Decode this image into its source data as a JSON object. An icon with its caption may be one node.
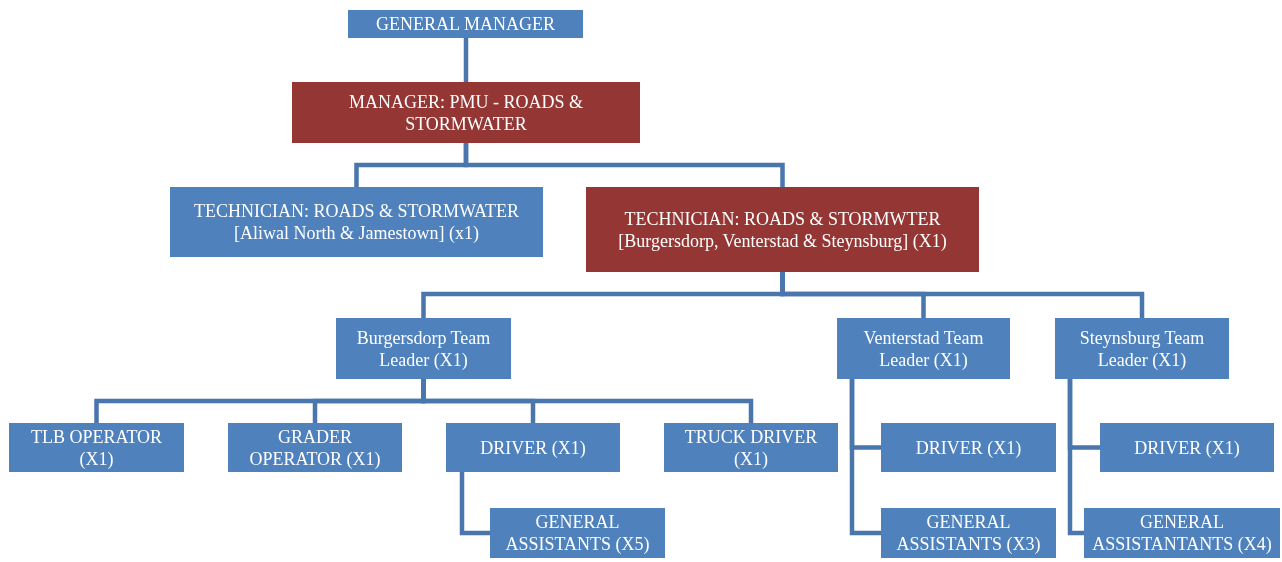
{
  "diagram": {
    "nodes": [
      {
        "text": [
          "GENERAL MANAGER"
        ]
      },
      {
        "text": [
          "MANAGER: PMU - ROADS & STORMWATER"
        ]
      },
      {
        "text": [
          "TECHNICIAN: ROADS & STORMWATER",
          "[Aliwal North & Jamestown] (x1)"
        ]
      },
      {
        "text": [
          "TECHNICIAN: ROADS & STORMWTER",
          "[Burgersdorp, Venterstad & Steynsburg] (X1)"
        ]
      },
      {
        "text": [
          "Burgersdorp Team Leader (X1)"
        ]
      },
      {
        "text": [
          "Venterstad Team Leader (X1)"
        ]
      },
      {
        "text": [
          "Steynsburg Team Leader (X1)"
        ]
      },
      {
        "text": [
          "TLB OPERATOR (X1)"
        ]
      },
      {
        "text": [
          "GRADER OPERATOR (X1)"
        ]
      },
      {
        "text": [
          "DRIVER (X1)"
        ]
      },
      {
        "text": [
          "TRUCK DRIVER (X1)"
        ]
      },
      {
        "text": [
          "GENERAL ASSISTANTS (X5)"
        ]
      },
      {
        "text": [
          "DRIVER (X1)"
        ]
      },
      {
        "text": [
          "GENERAL ASSISTANTS (X3)"
        ]
      },
      {
        "text": [
          "DRIVER (X1)"
        ]
      },
      {
        "text": [
          "GENERAL ASSISTANTANTS (X4)"
        ]
      }
    ],
    "edges": [
      {
        "from": 0,
        "to": 1,
        "arrow": "none"
      },
      {
        "from": 1,
        "to": 2,
        "arrow": "none"
      },
      {
        "from": 1,
        "to": 3,
        "arrow": "none"
      },
      {
        "from": 3,
        "to": 4,
        "arrow": "none"
      },
      {
        "from": 3,
        "to": 5,
        "arrow": "none"
      },
      {
        "from": 3,
        "to": 6,
        "arrow": "none"
      },
      {
        "from": 4,
        "to": 7,
        "arrow": "none"
      },
      {
        "from": 4,
        "to": 8,
        "arrow": "none"
      },
      {
        "from": 4,
        "to": 9,
        "arrow": "none"
      },
      {
        "from": 4,
        "to": 10,
        "arrow": "none"
      },
      {
        "from": 9,
        "to": 11,
        "arrow": "none"
      },
      {
        "from": 5,
        "to": 12,
        "arrow": "none"
      },
      {
        "from": 5,
        "to": 13,
        "arrow": "none"
      },
      {
        "from": 6,
        "to": 14,
        "arrow": "none"
      },
      {
        "from": 6,
        "to": 15,
        "arrow": "none"
      }
    ]
  }
}
